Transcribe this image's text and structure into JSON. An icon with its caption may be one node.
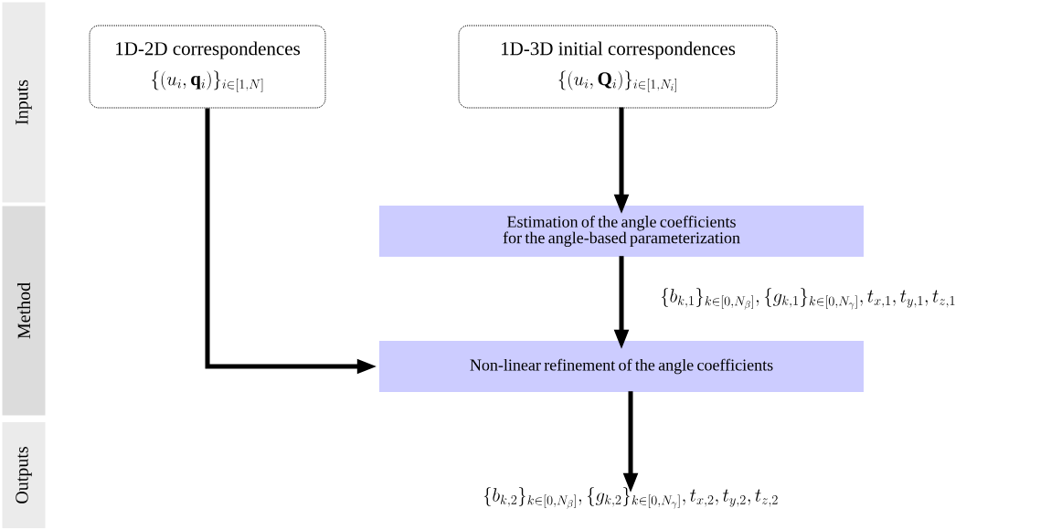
{
  "diagram": {
    "nodes": [
      {
        "text": [
          "Inputs"
        ]
      },
      {
        "text": [
          "Method"
        ]
      },
      {
        "text": [
          "Outputs"
        ]
      },
      {
        "text": [
          "1D-2D correspondences",
          "\\{(u_i,\\mathbf{q}_i)\\}_{i\\in[1,N]}"
        ]
      },
      {
        "text": [
          "1D-3D initial correspondences",
          "\\{(u_i,\\mathbf{Q}_i)\\}_{i\\in[1,N_i]}"
        ]
      },
      {
        "text": [
          "Estimation of the angle coefficients for the angle-based parameterization"
        ]
      },
      {
        "text": [
          "Non-linear refinement of the angle coefficients"
        ]
      },
      {
        "text": [
          "\\{b_{k,2}\\}_{k\\in[0,N_\\beta]},\\{g_{k,2}\\}_{k\\in[0,N_\\gamma]},t_{x,2},t_{y,2},t_{z,2}"
        ]
      }
    ],
    "edges": [
      {
        "from": 4,
        "to": 5,
        "arrow": "to"
      },
      {
        "from": 5,
        "to": 6,
        "arrow": "to",
        "label": "\\{b_{k,1}\\}_{k\\in[0,N_\\beta]},\\{g_{k,1}\\}_{k\\in[0,N_\\gamma]},t_{x,1},t_{y,1},t_{z,1}"
      },
      {
        "from": 3,
        "to": 6,
        "arrow": "to"
      },
      {
        "from": 6,
        "to": 7,
        "arrow": "to"
      }
    ]
  }
}
